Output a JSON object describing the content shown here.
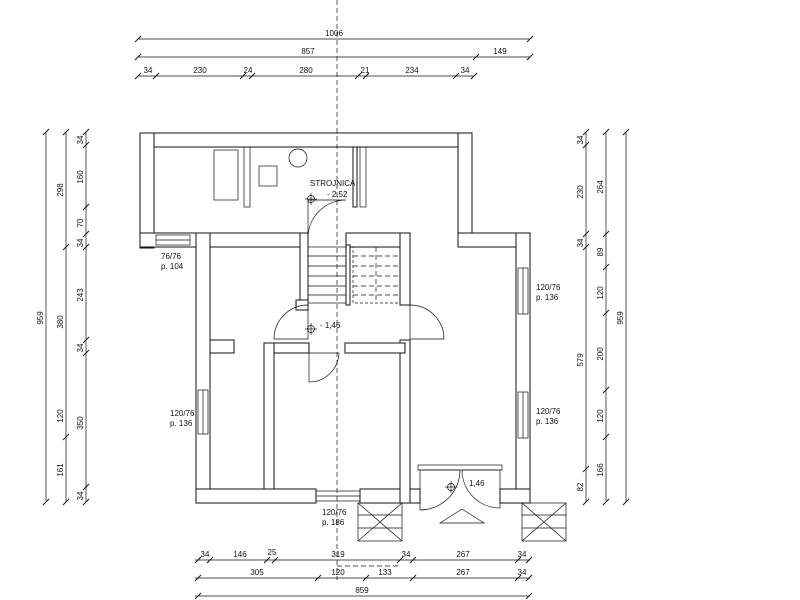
{
  "dimensions": {
    "top": {
      "row1": [
        "1006"
      ],
      "row2": [
        "857",
        "149"
      ],
      "row3": [
        "34",
        "230",
        "24",
        "280",
        "21",
        "234",
        "34"
      ]
    },
    "bottom": {
      "row1": [
        "34",
        "146",
        "25",
        "319",
        "34",
        "267",
        "34"
      ],
      "row2": [
        "305",
        "120",
        "133",
        "267",
        "34"
      ],
      "row3": [
        "859"
      ]
    },
    "left": {
      "outer": [
        "959"
      ],
      "mid": [
        "298",
        "380",
        "161"
      ],
      "inner": [
        "34",
        "160",
        "70",
        "34",
        "243",
        "34",
        "120",
        "350",
        "34"
      ]
    },
    "right": {
      "inner": [
        "34",
        "230",
        "34",
        "579",
        "82"
      ],
      "mid": [
        "264",
        "89",
        "120",
        "200",
        "120",
        "166"
      ],
      "outer": [
        "959"
      ]
    }
  },
  "labels": {
    "room_name": "STROJNICA",
    "level_top": "- 2,52",
    "level_mid": "- 1,46",
    "level_entry": "1,46"
  },
  "windows": [
    {
      "size": "76/76",
      "sill": "p. 104"
    },
    {
      "size": "120/76",
      "sill": "p. 136"
    },
    {
      "size": "120/76",
      "sill": "p. 136"
    },
    {
      "size": "120/76",
      "sill": "p. 136"
    },
    {
      "size": "120/76",
      "sill": "p. 186"
    }
  ]
}
